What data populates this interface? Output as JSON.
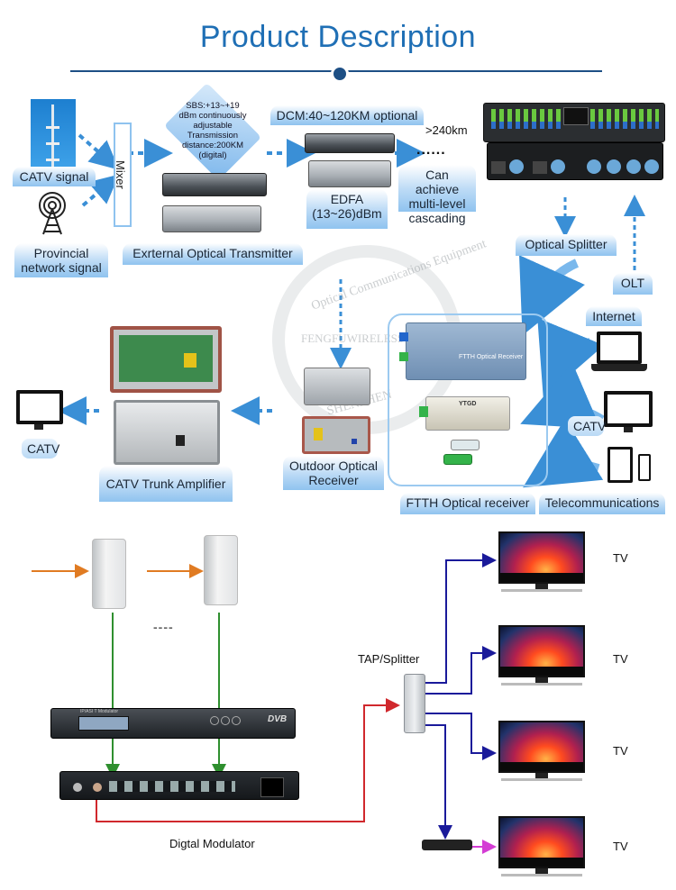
{
  "header": {
    "title": "Product Description"
  },
  "top_section": {
    "catv_signal": "CATV signal",
    "provincial_signal": "Provincial network signal",
    "mixer": "Mixer",
    "sbs_note": [
      "SBS:+13~+19",
      "dBm continuously",
      "adjustable",
      "Transmission",
      "distance:200KM",
      "(digital)"
    ],
    "external_transmitter": "Exrternal Optical Transmitter",
    "dcm": "DCM:40~120KM optional",
    "distance": ">240km",
    "dots": "......",
    "cascading": "Can achieve multi-level cascading",
    "edfa": "EDFA (13~26)dBm",
    "optical_splitter": "Optical Splitter",
    "olt": "OLT",
    "internet": "Internet",
    "catv_right": "CATV",
    "telecommunications": "Telecommunications",
    "ftth_receiver": "FTTH Optical receiver",
    "ftth_device_label": "FTTH Optical Receiver",
    "small_device_label": "YTGD",
    "outdoor_receiver": "Outdoor Optical Receiver",
    "trunk_amplifier": "CATV Trunk Amplifier",
    "catv_left": "CATV"
  },
  "watermark": {
    "ring_text_top": "Optical Communications Equipment",
    "center_text": "FENGFUWIRELESS",
    "ring_text_bottom": "SHENZHEN"
  },
  "bottom_section": {
    "ellipsis": "----",
    "modulator_label": "Digtal Modulator",
    "modulator_panel_text": "IP/ASI T Modulator",
    "dvb_logo": "DVB",
    "tap_splitter": "TAP/Splitter",
    "tv_labels": [
      "TV",
      "TV",
      "TV",
      "TV"
    ]
  },
  "colors": {
    "title_blue": "#1f6fb5",
    "rule_navy": "#1d4f85",
    "dash_blue": "#3a8fd6",
    "orange_arrow": "#e07b22",
    "green_line": "#2f8f2f",
    "red_line": "#d0282d",
    "navy_line": "#1a1a9a",
    "magenta_line": "#d43dd4"
  }
}
